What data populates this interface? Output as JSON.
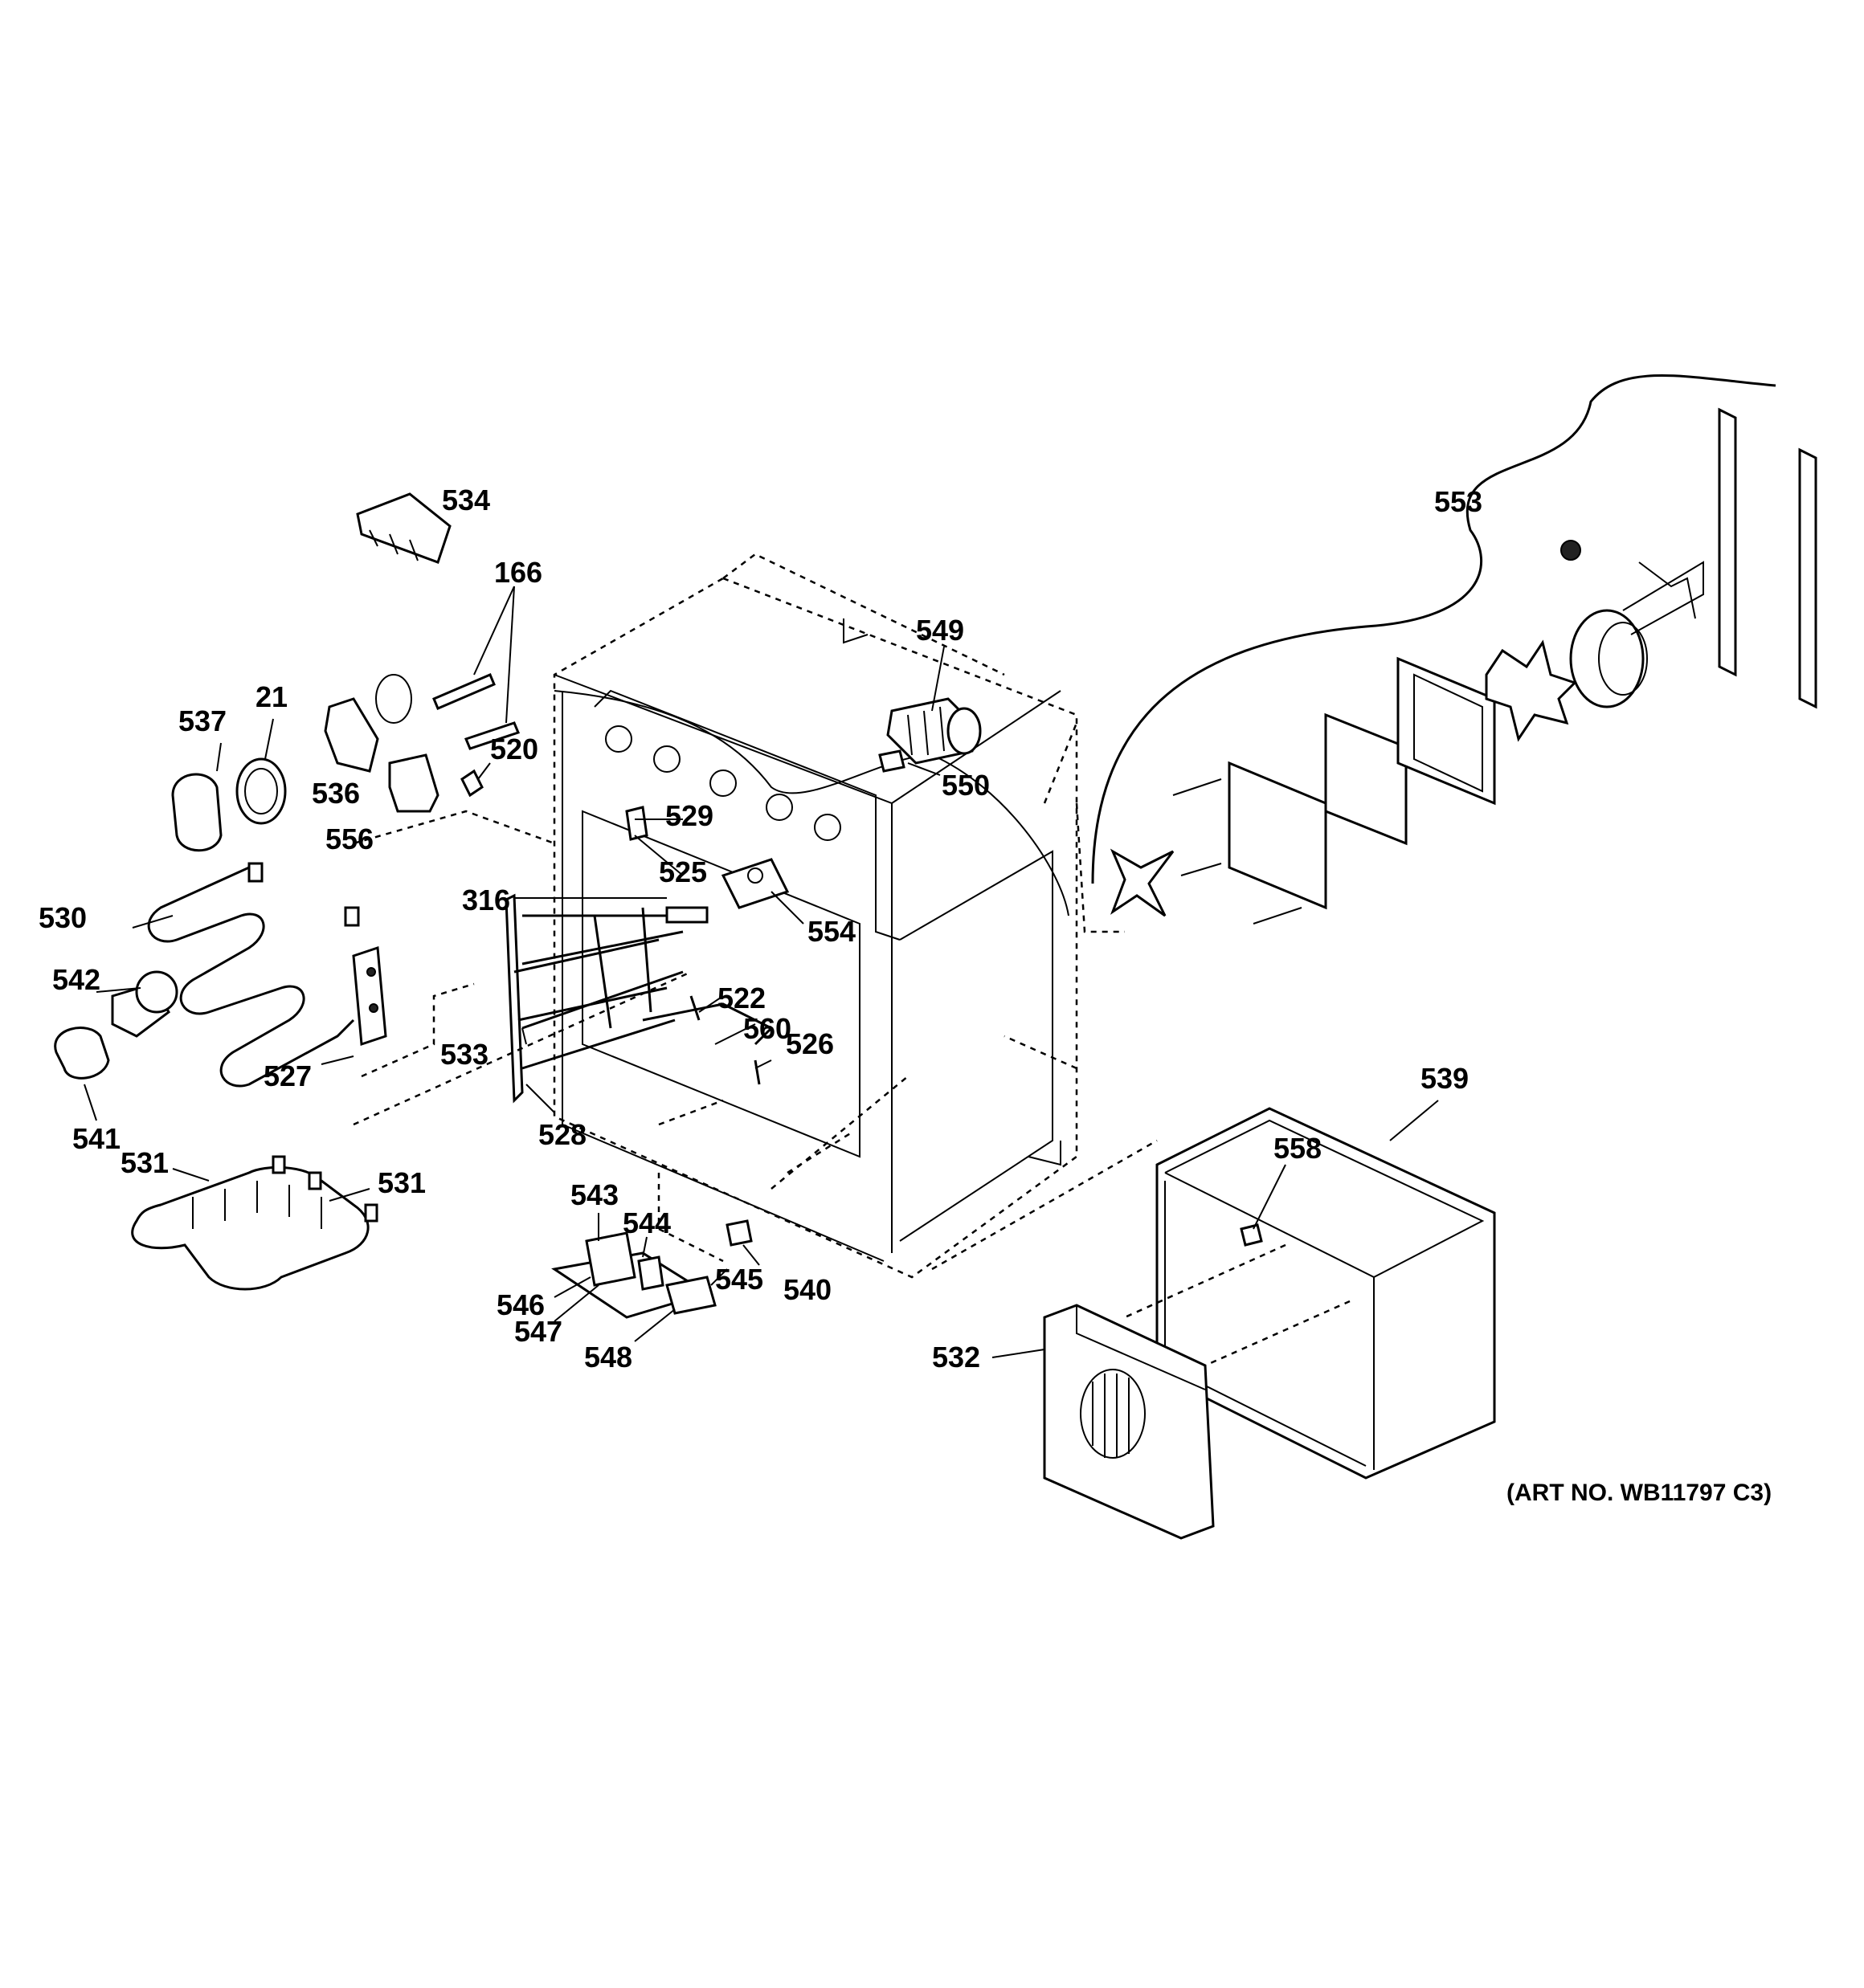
{
  "art_number": "(ART NO. WB11797 C3)",
  "callouts": [
    {
      "id": "534",
      "label": "534"
    },
    {
      "id": "166",
      "label": "166"
    },
    {
      "id": "537",
      "label": "537"
    },
    {
      "id": "21",
      "label": "21"
    },
    {
      "id": "536",
      "label": "536"
    },
    {
      "id": "520",
      "label": "520"
    },
    {
      "id": "556",
      "label": "556"
    },
    {
      "id": "549",
      "label": "549"
    },
    {
      "id": "550",
      "label": "550"
    },
    {
      "id": "553",
      "label": "553"
    },
    {
      "id": "529",
      "label": "529"
    },
    {
      "id": "525",
      "label": "525"
    },
    {
      "id": "316",
      "label": "316"
    },
    {
      "id": "554",
      "label": "554"
    },
    {
      "id": "530",
      "label": "530"
    },
    {
      "id": "542",
      "label": "542"
    },
    {
      "id": "522",
      "label": "522"
    },
    {
      "id": "560",
      "label": "560"
    },
    {
      "id": "533",
      "label": "533"
    },
    {
      "id": "526",
      "label": "526"
    },
    {
      "id": "527",
      "label": "527"
    },
    {
      "id": "541",
      "label": "541"
    },
    {
      "id": "528",
      "label": "528"
    },
    {
      "id": "531a",
      "label": "531"
    },
    {
      "id": "531b",
      "label": "531"
    },
    {
      "id": "539",
      "label": "539"
    },
    {
      "id": "558",
      "label": "558"
    },
    {
      "id": "543",
      "label": "543"
    },
    {
      "id": "544",
      "label": "544"
    },
    {
      "id": "545",
      "label": "545"
    },
    {
      "id": "540",
      "label": "540"
    },
    {
      "id": "546",
      "label": "546"
    },
    {
      "id": "547",
      "label": "547"
    },
    {
      "id": "548",
      "label": "548"
    },
    {
      "id": "532",
      "label": "532"
    }
  ]
}
